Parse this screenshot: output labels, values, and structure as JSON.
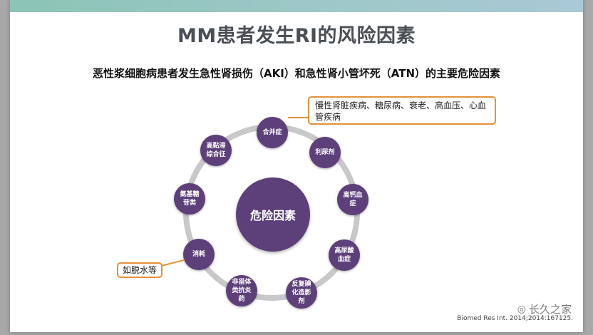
{
  "title": "MM患者发生RI的风险因素",
  "subtitle": "恶性浆细胞病患者发生急性肾损伤（AKI）和急性肾小管坏死（ATN）的主要危险因素",
  "center_label": "危险因素",
  "nodes": [
    "合并症",
    "利尿剂",
    "高钙血\n症",
    "高尿酸\n血症",
    "反复碘\n化造影\n剂",
    "非甾体\n类抗炎\n药",
    "消耗",
    "氨基糖\n苷类",
    "高黏滞\n综合征"
  ],
  "callouts": {
    "comorbidity": "慢性肾脏疾病、糖尿病、衰老、高血压、心血管疾病",
    "depletion": "如脱水等"
  },
  "citation": "Biomed Res Int. 2014;2014:167125.",
  "watermark": "长久之家",
  "colors": {
    "node": "#5d3f7a",
    "ring": "#c8c8ca",
    "callout_border": "#e69138"
  }
}
